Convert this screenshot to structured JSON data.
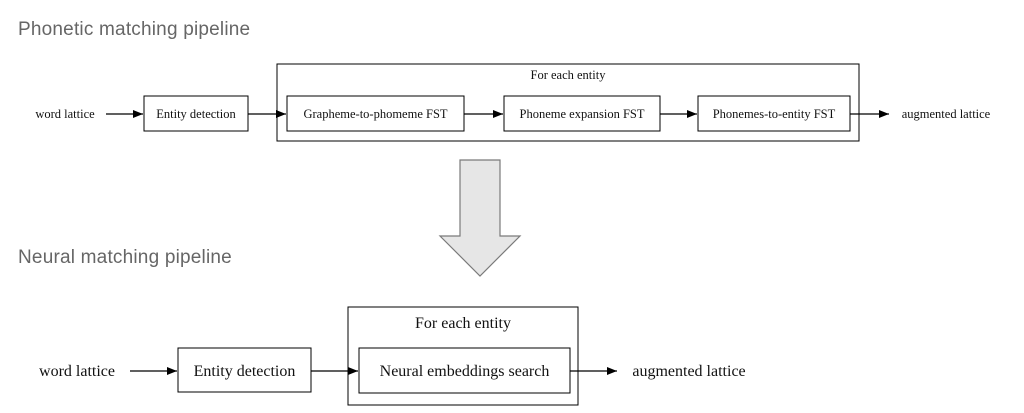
{
  "phonetic": {
    "title": "Phonetic matching pipeline",
    "input": "word lattice",
    "entity_detection": "Entity detection",
    "group_label": "For each entity",
    "steps": [
      "Grapheme-to-phomeme FST",
      "Phoneme expansion FST",
      "Phonemes-to-entity FST"
    ],
    "output": "augmented lattice"
  },
  "neural": {
    "title": "Neural matching pipeline",
    "input": "word lattice",
    "entity_detection": "Entity detection",
    "group_label": "For each entity",
    "steps": [
      "Neural embeddings search"
    ],
    "output": "augmented lattice"
  }
}
